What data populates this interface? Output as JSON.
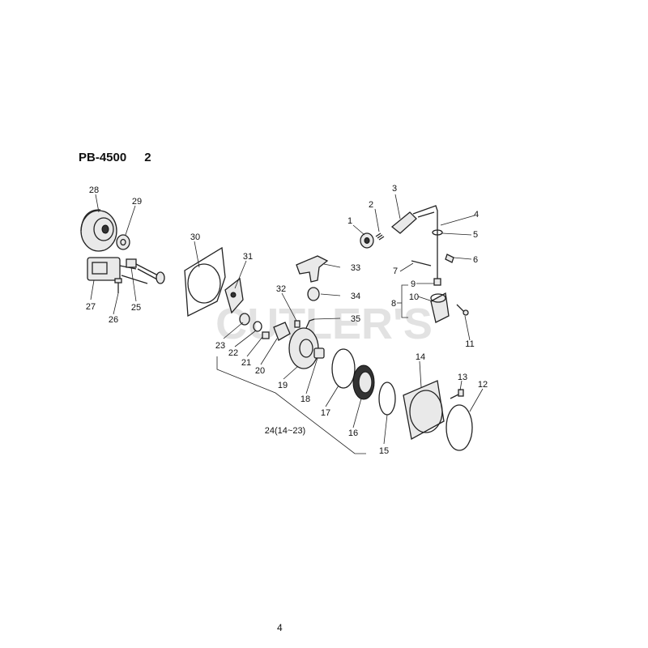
{
  "header": {
    "model": "PB-4500",
    "sheet": "2"
  },
  "watermark": "CUTLER'S",
  "page_number": "4",
  "callouts": {
    "c1": "1",
    "c2": "2",
    "c3": "3",
    "c4": "4",
    "c5": "5",
    "c6": "6",
    "c7": "7",
    "c8": "8",
    "c9": "9",
    "c10": "10",
    "c11": "11",
    "c12": "12",
    "c13": "13",
    "c14": "14",
    "c15": "15",
    "c16": "16",
    "c17": "17",
    "c18": "18",
    "c19": "19",
    "c20": "20",
    "c21": "21",
    "c22": "22",
    "c23": "23",
    "c24": "24(14~23)",
    "c25": "25",
    "c26": "26",
    "c27": "27",
    "c28": "28",
    "c29": "29",
    "c30": "30",
    "c31": "31",
    "c32": "32",
    "c33": "33",
    "c34": "34",
    "c35": "35"
  }
}
